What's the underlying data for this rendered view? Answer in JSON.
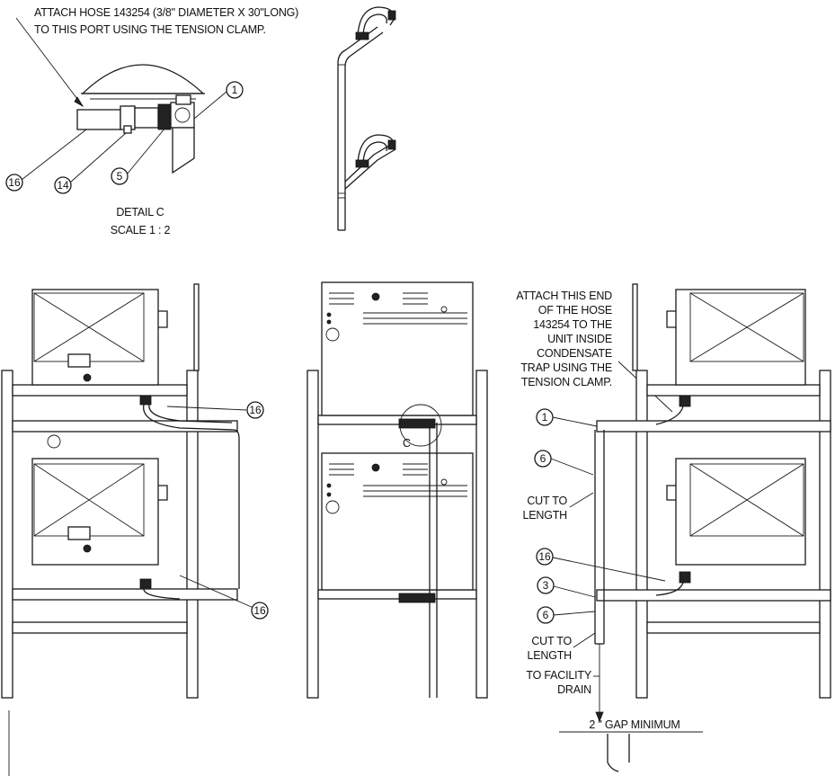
{
  "annotations": {
    "attach_hose_line1": "ATTACH HOSE 143254 (3/8\" DIAMETER X 30\"LONG)",
    "attach_hose_line2": "TO THIS PORT USING THE TENSION CLAMP.",
    "detail_title": "DETAIL C",
    "detail_scale": "SCALE 1 : 2",
    "detail_marker": "C",
    "attach_end_lines": [
      "ATTACH THIS END",
      "OF THE HOSE",
      "143254 TO THE",
      "UNIT INSIDE",
      "CONDENSATE",
      "TRAP USING THE",
      "TENSION CLAMP."
    ],
    "cut_to_length_upper": [
      "CUT TO",
      "LENGTH"
    ],
    "cut_to_length_lower": [
      "CUT TO",
      "LENGTH"
    ],
    "to_facility_drain": [
      "TO FACILITY",
      "DRAIN"
    ],
    "gap_minimum": "2 \" GAP MINIMUM"
  },
  "callouts": {
    "detail_1": "1",
    "detail_16": "16",
    "detail_14": "14",
    "detail_5": "5",
    "left_16_top": "16",
    "left_16_bottom": "16",
    "right_1": "1",
    "right_6_top": "6",
    "right_16": "16",
    "right_3": "3",
    "right_6_bottom": "6"
  }
}
